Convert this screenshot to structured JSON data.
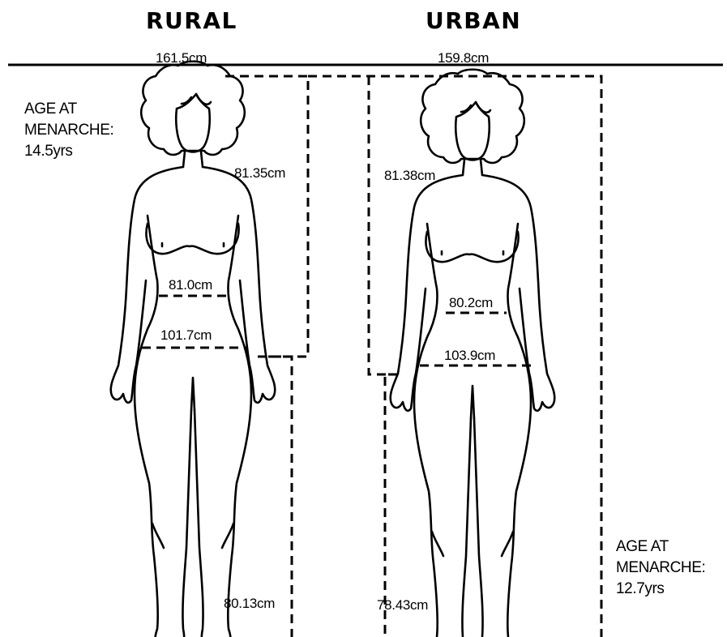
{
  "headers": {
    "rural": "RURAL",
    "urban": "URBAN"
  },
  "rural": {
    "height": "161.5cm",
    "sitting_height": "81.35cm",
    "waist": "81.0cm",
    "hip": "101.7cm",
    "leg_length": "80.13cm",
    "menarche_label_1": "AGE AT",
    "menarche_label_2": "MENARCHE:",
    "menarche_value": "14.5yrs"
  },
  "urban": {
    "height": "159.8cm",
    "sitting_height": "81.38cm",
    "waist": "80.2cm",
    "hip": "103.9cm",
    "leg_length": "78.43cm",
    "menarche_label_1": "AGE AT",
    "menarche_label_2": "MENARCHE:",
    "menarche_value": "12.7yrs"
  }
}
